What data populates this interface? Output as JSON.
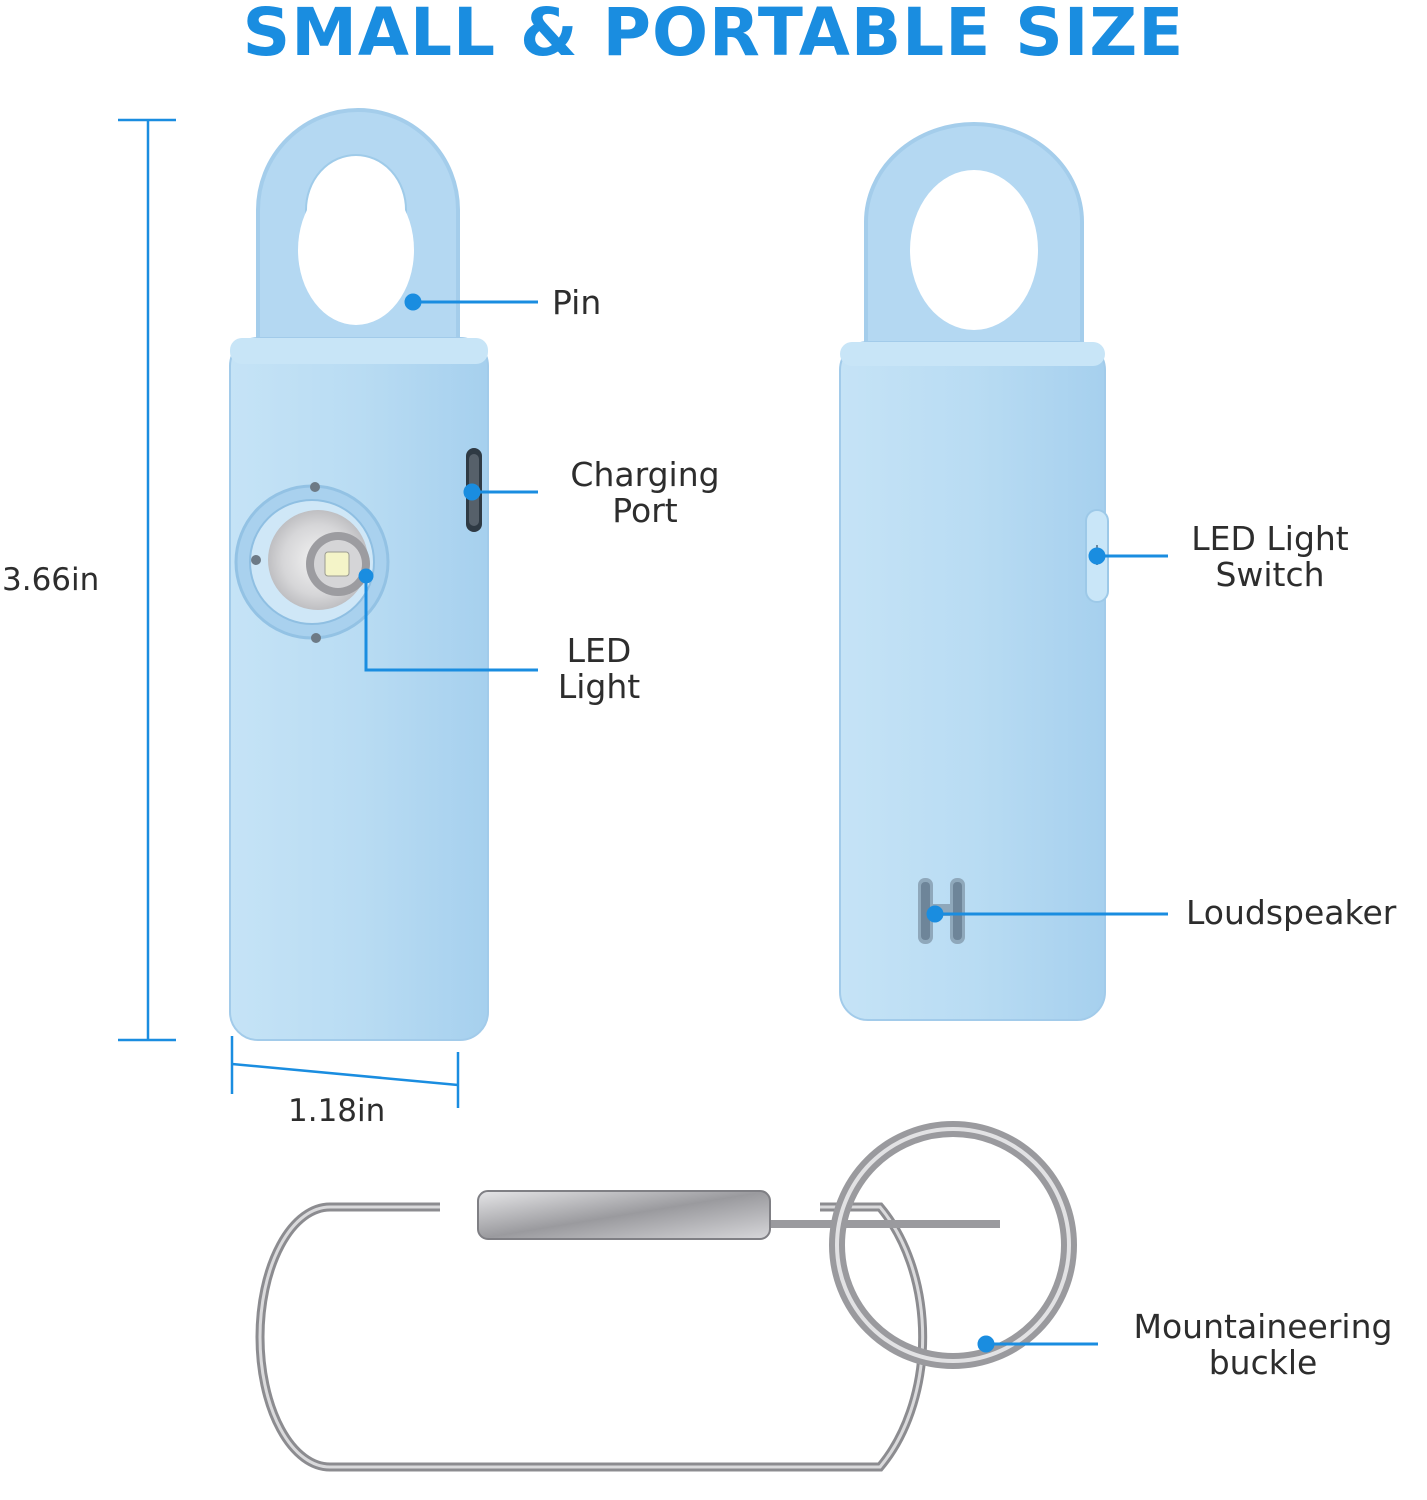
{
  "title": "SMALL & PORTABLE SIZE",
  "colors": {
    "accent": "#1a8de0",
    "device_body": "#b9dcf3",
    "device_shadow": "#98c5e6",
    "metal": "#a9a9ad"
  },
  "dimensions": {
    "height": "3.66in",
    "width": "1.18in"
  },
  "callouts": {
    "pin": [
      "Pin"
    ],
    "charging_port": [
      "Charging",
      "Port"
    ],
    "led_light": [
      "LED",
      "Light"
    ],
    "led_light_switch": [
      "LED Light",
      "Switch"
    ],
    "loudspeaker": [
      "Loudspeaker"
    ],
    "mountaineering_buckle": [
      "Mountaineering",
      "buckle"
    ]
  },
  "icons": [
    "led-light-icon",
    "speaker-grille-icon",
    "keyring-carabiner-icon"
  ]
}
